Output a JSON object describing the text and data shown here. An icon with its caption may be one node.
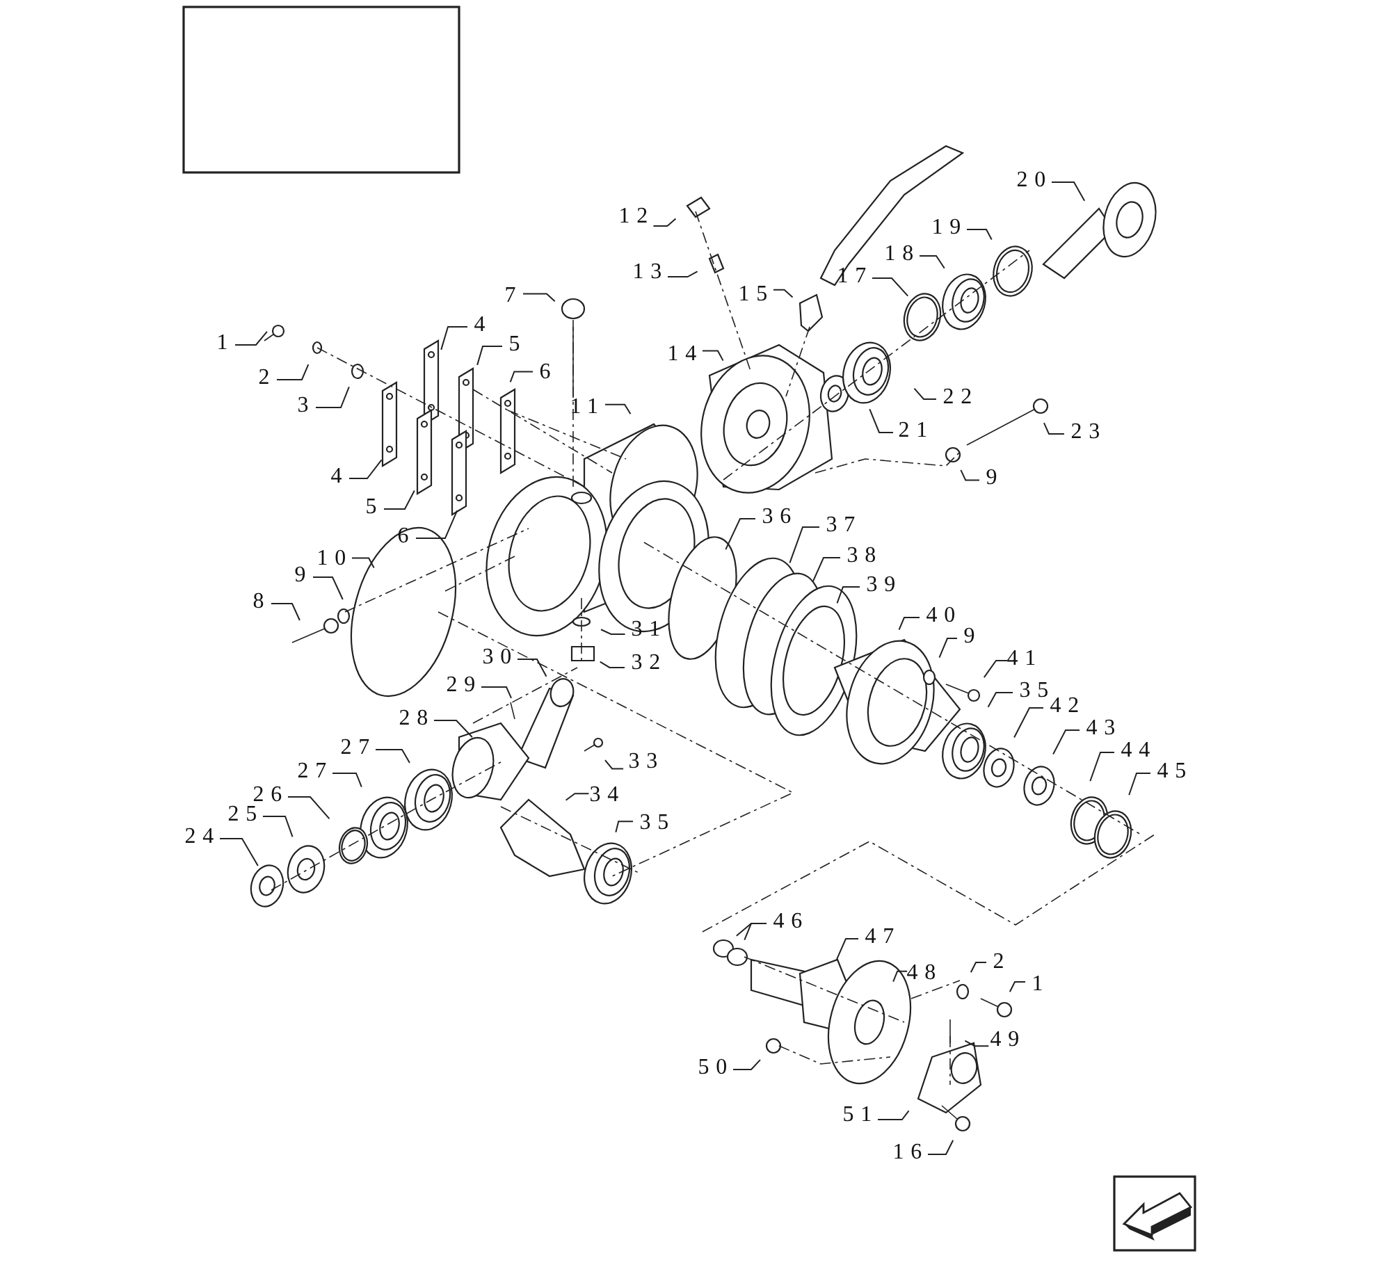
{
  "diagram": {
    "nodes": [
      {
        "text": [
          "1"
        ]
      },
      {
        "text": [
          "2"
        ]
      },
      {
        "text": [
          "3"
        ]
      },
      {
        "text": [
          "4"
        ]
      },
      {
        "text": [
          "5"
        ]
      },
      {
        "text": [
          "6"
        ]
      },
      {
        "text": [
          "4"
        ]
      },
      {
        "text": [
          "5"
        ]
      },
      {
        "text": [
          "6"
        ]
      },
      {
        "text": [
          "7"
        ]
      },
      {
        "text": [
          "11"
        ]
      },
      {
        "text": [
          "12"
        ]
      },
      {
        "text": [
          "13"
        ]
      },
      {
        "text": [
          "15"
        ]
      },
      {
        "text": [
          "14"
        ]
      },
      {
        "text": [
          "17"
        ]
      },
      {
        "text": [
          "18"
        ]
      },
      {
        "text": [
          "19"
        ]
      },
      {
        "text": [
          "20"
        ]
      },
      {
        "text": [
          "22"
        ]
      },
      {
        "text": [
          "21"
        ]
      },
      {
        "text": [
          "23"
        ]
      },
      {
        "text": [
          "9"
        ]
      },
      {
        "text": [
          "10"
        ]
      },
      {
        "text": [
          "9"
        ]
      },
      {
        "text": [
          "8"
        ]
      },
      {
        "text": [
          "31"
        ]
      },
      {
        "text": [
          "32"
        ]
      },
      {
        "text": [
          "30"
        ]
      },
      {
        "text": [
          "29"
        ]
      },
      {
        "text": [
          "28"
        ]
      },
      {
        "text": [
          "33"
        ]
      },
      {
        "text": [
          "27"
        ]
      },
      {
        "text": [
          "27"
        ]
      },
      {
        "text": [
          "34"
        ]
      },
      {
        "text": [
          "35"
        ]
      },
      {
        "text": [
          "26"
        ]
      },
      {
        "text": [
          "25"
        ]
      },
      {
        "text": [
          "24"
        ]
      },
      {
        "text": [
          "36"
        ]
      },
      {
        "text": [
          "37"
        ]
      },
      {
        "text": [
          "38"
        ]
      },
      {
        "text": [
          "39"
        ]
      },
      {
        "text": [
          "40"
        ]
      },
      {
        "text": [
          "9"
        ]
      },
      {
        "text": [
          "41"
        ]
      },
      {
        "text": [
          "35"
        ]
      },
      {
        "text": [
          "42"
        ]
      },
      {
        "text": [
          "43"
        ]
      },
      {
        "text": [
          "44"
        ]
      },
      {
        "text": [
          "45"
        ]
      },
      {
        "text": [
          "46"
        ]
      },
      {
        "text": [
          "47"
        ]
      },
      {
        "text": [
          "48"
        ]
      },
      {
        "text": [
          "2"
        ]
      },
      {
        "text": [
          "1"
        ]
      },
      {
        "text": [
          "49"
        ]
      },
      {
        "text": [
          "50"
        ]
      },
      {
        "text": [
          "51"
        ]
      },
      {
        "text": [
          "16"
        ]
      }
    ],
    "edges": [
      {
        "from": 0,
        "to": null,
        "arrow": "none"
      },
      {
        "from": 1,
        "to": null,
        "arrow": "none"
      },
      {
        "from": 2,
        "to": null,
        "arrow": "none"
      },
      {
        "from": 3,
        "to": null,
        "arrow": "none"
      },
      {
        "from": 4,
        "to": null,
        "arrow": "none"
      },
      {
        "from": 5,
        "to": null,
        "arrow": "none"
      },
      {
        "from": 6,
        "to": null,
        "arrow": "none"
      },
      {
        "from": 7,
        "to": null,
        "arrow": "none"
      },
      {
        "from": 8,
        "to": null,
        "arrow": "none"
      },
      {
        "from": 9,
        "to": null,
        "arrow": "none"
      },
      {
        "from": 10,
        "to": null,
        "arrow": "none"
      },
      {
        "from": 11,
        "to": null,
        "arrow": "none"
      },
      {
        "from": 12,
        "to": null,
        "arrow": "none"
      },
      {
        "from": 13,
        "to": null,
        "arrow": "none"
      },
      {
        "from": 14,
        "to": null,
        "arrow": "none"
      },
      {
        "from": 15,
        "to": null,
        "arrow": "none"
      },
      {
        "from": 16,
        "to": null,
        "arrow": "none"
      },
      {
        "from": 17,
        "to": null,
        "arrow": "none"
      },
      {
        "from": 18,
        "to": null,
        "arrow": "none"
      },
      {
        "from": 19,
        "to": null,
        "arrow": "none"
      },
      {
        "from": 20,
        "to": null,
        "arrow": "none"
      },
      {
        "from": 21,
        "to": null,
        "arrow": "none"
      },
      {
        "from": 22,
        "to": null,
        "arrow": "none"
      },
      {
        "from": 23,
        "to": null,
        "arrow": "none"
      },
      {
        "from": 24,
        "to": null,
        "arrow": "none"
      },
      {
        "from": 25,
        "to": null,
        "arrow": "none"
      },
      {
        "from": 26,
        "to": null,
        "arrow": "none"
      },
      {
        "from": 27,
        "to": null,
        "arrow": "none"
      },
      {
        "from": 28,
        "to": null,
        "arrow": "none"
      },
      {
        "from": 29,
        "to": null,
        "arrow": "none"
      },
      {
        "from": 30,
        "to": null,
        "arrow": "none"
      },
      {
        "from": 31,
        "to": null,
        "arrow": "none"
      },
      {
        "from": 32,
        "to": null,
        "arrow": "none"
      },
      {
        "from": 33,
        "to": null,
        "arrow": "none"
      },
      {
        "from": 34,
        "to": null,
        "arrow": "none"
      },
      {
        "from": 35,
        "to": null,
        "arrow": "none"
      },
      {
        "from": 36,
        "to": null,
        "arrow": "none"
      },
      {
        "from": 37,
        "to": null,
        "arrow": "none"
      },
      {
        "from": 38,
        "to": null,
        "arrow": "none"
      },
      {
        "from": 39,
        "to": null,
        "arrow": "none"
      },
      {
        "from": 40,
        "to": null,
        "arrow": "none"
      },
      {
        "from": 41,
        "to": null,
        "arrow": "none"
      },
      {
        "from": 42,
        "to": null,
        "arrow": "none"
      },
      {
        "from": 43,
        "to": null,
        "arrow": "none"
      },
      {
        "from": 44,
        "to": null,
        "arrow": "none"
      },
      {
        "from": 45,
        "to": null,
        "arrow": "none"
      },
      {
        "from": 46,
        "to": null,
        "arrow": "none"
      },
      {
        "from": 47,
        "to": null,
        "arrow": "none"
      },
      {
        "from": 48,
        "to": null,
        "arrow": "none"
      },
      {
        "from": 49,
        "to": null,
        "arrow": "none"
      },
      {
        "from": 50,
        "to": null,
        "arrow": "none"
      },
      {
        "from": 51,
        "to": null,
        "arrow": "none"
      },
      {
        "from": 51,
        "to": null,
        "arrow": "none"
      },
      {
        "from": 52,
        "to": null,
        "arrow": "none"
      },
      {
        "from": 53,
        "to": null,
        "arrow": "none"
      },
      {
        "from": 54,
        "to": null,
        "arrow": "none"
      },
      {
        "from": 55,
        "to": null,
        "arrow": "none"
      },
      {
        "from": 56,
        "to": null,
        "arrow": "none"
      },
      {
        "from": 57,
        "to": null,
        "arrow": "none"
      },
      {
        "from": 58,
        "to": null,
        "arrow": "none"
      },
      {
        "from": 59,
        "to": null,
        "arrow": "none"
      }
    ]
  }
}
